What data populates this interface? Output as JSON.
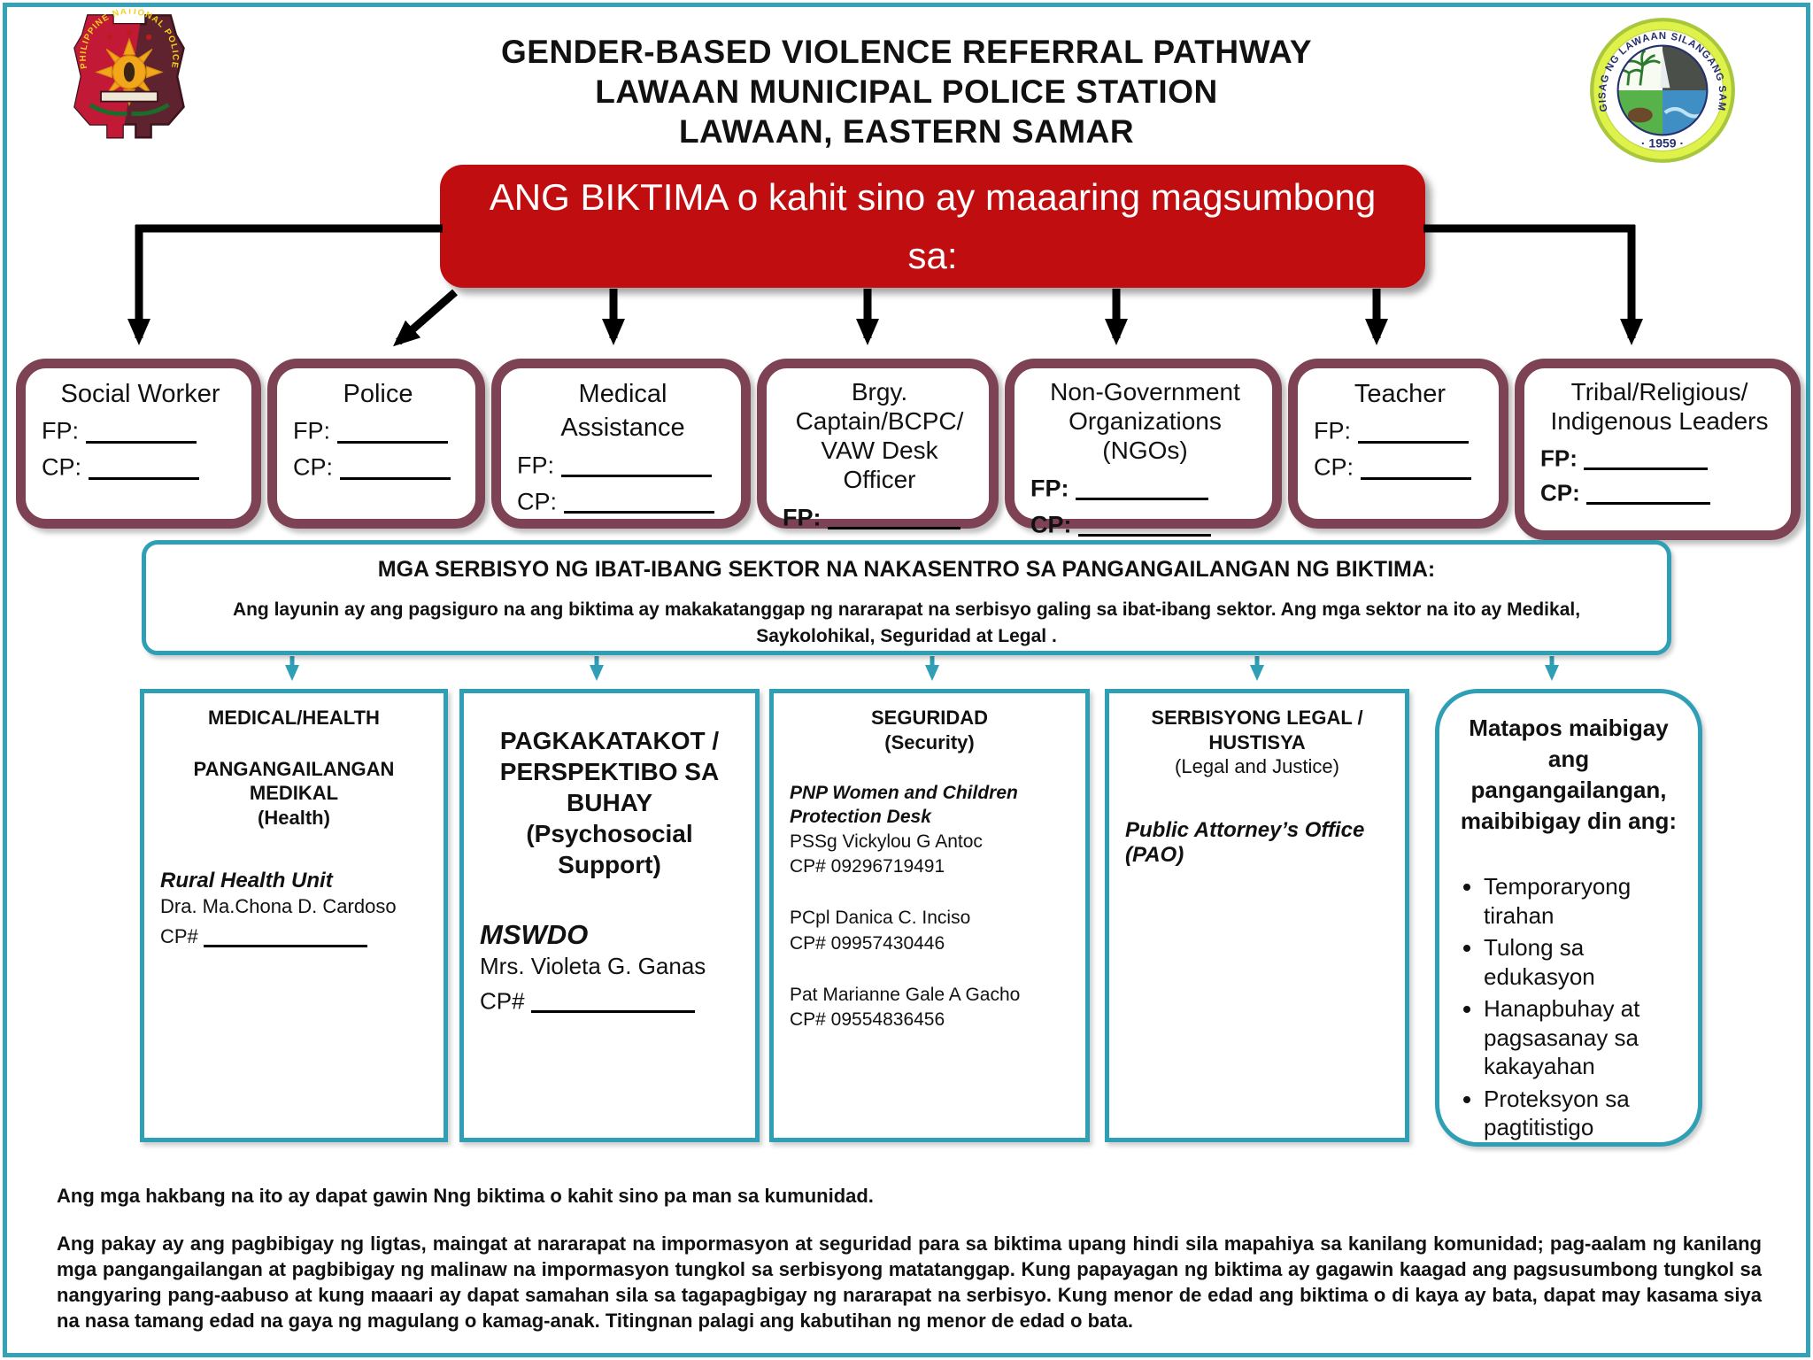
{
  "header": {
    "title_lines": [
      "GENDER-BASED VIOLENCE REFERRAL PATHWAY",
      "LAWAAN MUNICIPAL POLICE STATION",
      "LAWAAN, EASTERN SAMAR"
    ],
    "pnp_logo_arc_text": "PHILIPPINE NATIONAL POLICE",
    "seal": {
      "ring_text": "SAGISAG NG LAWAAN SILANGANG SAMAR",
      "year": "· 1959 ·"
    }
  },
  "banner": {
    "text": "ANG BIKTIMA o kahit sino ay maaaring magsumbong sa:"
  },
  "labels": {
    "fp": "FP:",
    "cp": "CP:",
    "cp_num": "CP#"
  },
  "referral_boxes": [
    {
      "title": "Social Worker"
    },
    {
      "title": "Police"
    },
    {
      "title": "Medical Assistance"
    },
    {
      "title": "Brgy. Captain/BCPC/ VAW Desk Officer"
    },
    {
      "title": "Non-Government Organizations (NGOs)"
    },
    {
      "title": "Teacher"
    },
    {
      "title": "Tribal/Religious/ Indigenous Leaders"
    }
  ],
  "services_header": {
    "title": "MGA SERBISYO NG IBAT-IBANG SEKTOR NA NAKASENTRO SA PANGANGAILANGAN NG BIKTIMA:",
    "body": "Ang layunin ay ang pagsiguro na ang biktima ay makakatanggap ng nararapat na serbisyo galing sa ibat-ibang sektor.  Ang mga sektor na ito ay Medikal, Saykolohikal, Seguridad at Legal ."
  },
  "service_boxes": [
    {
      "heading": "MEDICAL/HEALTH",
      "subheading": "PANGANGAILANGAN MEDIKAL",
      "subheading2": "(Health)",
      "org": "Rural Health Unit",
      "name": "Dra. Ma.Chona D. Cardoso",
      "cp_label": "CP#"
    },
    {
      "heading": "PAGKAKATAKOT / PERSPEKTIBO SA BUHAY",
      "subheading2": "(Psychosocial Support)",
      "org": "MSWDO",
      "name": "Mrs. Violeta G. Ganas",
      "cp_label": "CP#"
    },
    {
      "heading": "SEGURIDAD",
      "subheading2": "(Security)",
      "org": "PNP Women and Children Protection Desk",
      "entries": [
        {
          "name": "PSSg Vickylou G Antoc",
          "cp": "CP# 09296719491"
        },
        {
          "name": "PCpl Danica C. Inciso",
          "cp": "CP# 09957430446"
        },
        {
          "name": "Pat Marianne Gale A Gacho",
          "cp": "CP# 09554836456"
        }
      ]
    },
    {
      "heading": "SERBISYONG LEGAL / HUSTISYA",
      "subheading2": "(Legal and Justice)",
      "org": "Public Attorney’s Office (PAO)"
    },
    {
      "heading": "Matapos maibigay ang pangangailangan, maibibigay din ang:",
      "bullets": [
        "Temporaryong tirahan",
        "Tulong sa edukasyon",
        "Hanapbuhay at pagsasanay sa kakayahan",
        "Proteksyon sa pagtitistigo"
      ]
    }
  ],
  "footer": {
    "line1": "Ang mga hakbang na ito ay dapat gawin Nng biktima o kahit sino pa man sa kumunidad.",
    "paragraph": "Ang pakay ay ang pagbibigay ng ligtas, maingat at nararapat na impormasyon at seguridad para sa biktima upang hindi sila mapahiya sa kanilang komunidad;  pag-aalam ng kanilang mga pangangailangan at pagbibigay ng malinaw na impormasyon tungkol sa serbisyong matatanggap.  Kung papayagan ng biktima ay gagawin kaagad ang pagsusumbong tungkol sa nangyaring pang-aabuso at kung maaari ay dapat samahan sila sa tagapagbigay ng nararapat na serbisyo. Kung menor de edad ang biktima o di kaya ay bata, dapat may kasama siya na nasa tamang edad na gaya ng magulang o kamag-anak. Titingnan palagi ang kabutihan ng menor de edad o bata."
  },
  "colors": {
    "banner_red": "#c00d10",
    "box_maroon": "#7e4255",
    "teal": "#2f9fb6",
    "frame_teal": "#35a2b9",
    "seal_ring": "#dff24a",
    "pnp_red": "#c21937",
    "pnp_maroon": "#5f2330"
  }
}
